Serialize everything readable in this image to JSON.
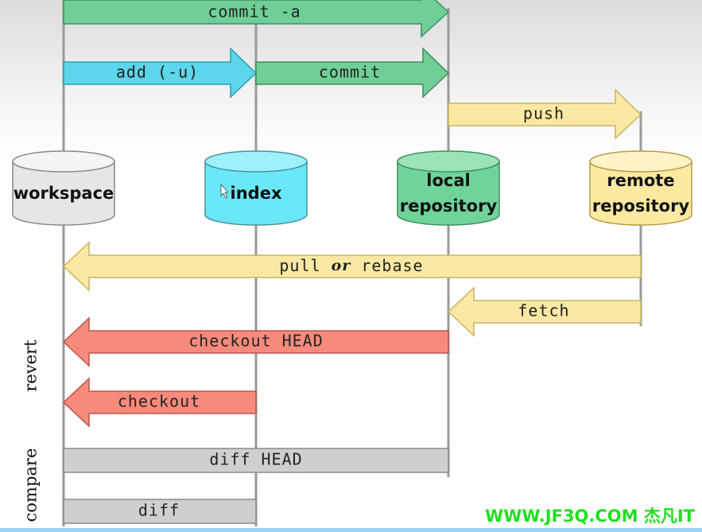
{
  "nodes": {
    "workspace": "workspace",
    "index": "index",
    "local_repository": [
      "local",
      "repository"
    ],
    "remote_repository": [
      "remote",
      "repository"
    ]
  },
  "arrows": {
    "commit_a": "commit -a",
    "add_u": "add (-u)",
    "commit": "commit",
    "push": "push",
    "pull": "pull",
    "or": "or",
    "rebase": "rebase",
    "fetch": "fetch",
    "checkout_head": "checkout HEAD",
    "checkout": "checkout",
    "diff_head": "diff HEAD",
    "diff": "diff"
  },
  "side_labels": {
    "revert": "revert",
    "compare": "compare"
  },
  "watermark": "WWW.JF3Q.COM 杰凡IT",
  "colors": {
    "green_arrow": "#6fcf97",
    "cyan_arrow": "#5bd6ea",
    "yellow_arrow": "#fbe9a3",
    "red_arrow": "#f88a7c",
    "gray_bar": "#cfcfcf",
    "workspace_cyl": "#e6e6e6",
    "index_cyl": "#6ae7f7",
    "local_cyl": "#6fd39a",
    "remote_cyl": "#fde9a0"
  }
}
